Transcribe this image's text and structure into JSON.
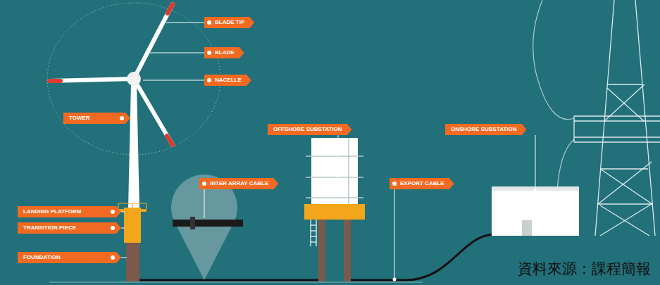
{
  "diagram": {
    "labels": [
      "BLADE TIP",
      "BLADE",
      "NACELLE",
      "TOWER",
      "OFFSHORE SUBSTATION",
      "ONSHORE SUBSTATION",
      "INTER ARRAY CABLE",
      "EXPORT CABLE",
      "LANDING PLATFORM",
      "TRANSITION PIECE",
      "FOUNDATION",
      "資料來源：課程簡報"
    ]
  }
}
